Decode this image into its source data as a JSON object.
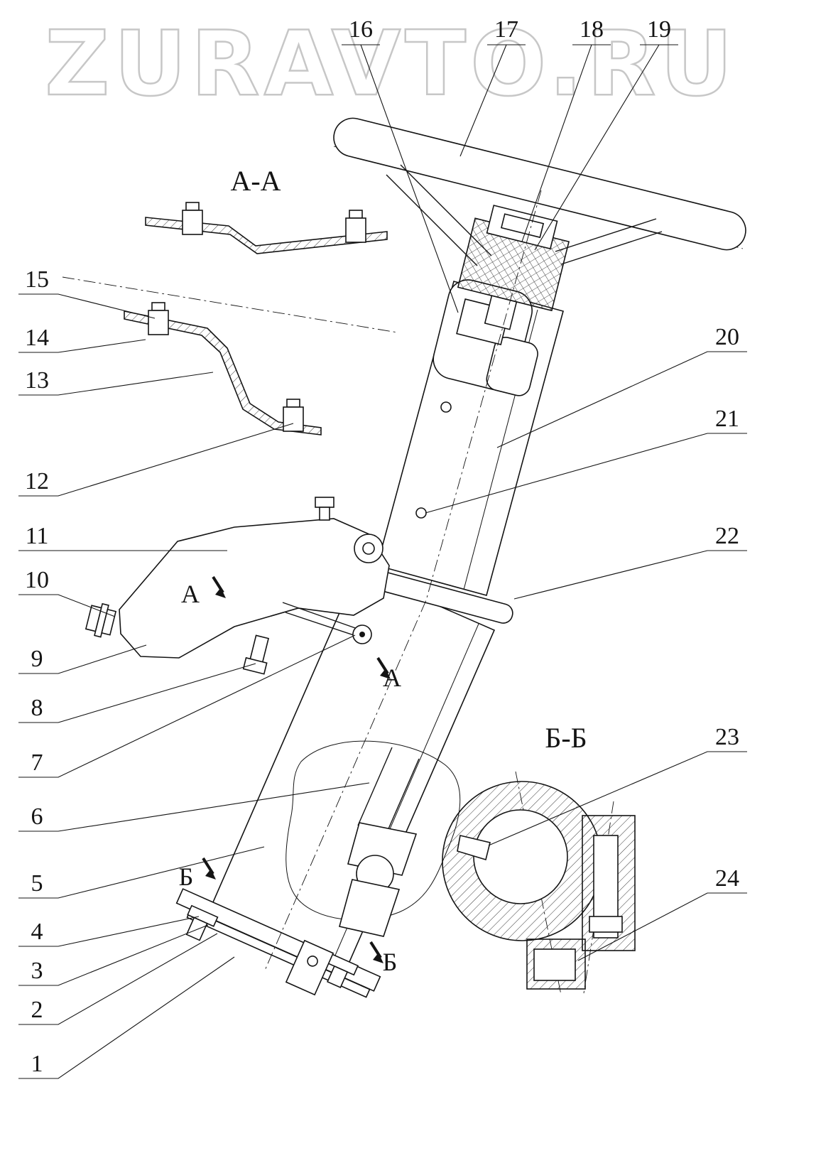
{
  "watermark": {
    "text": "ZURAVTO.RU"
  },
  "section_labels": {
    "aa": "А-А",
    "bb": "Б-Б"
  },
  "cut_markers": {
    "a_upper": "А",
    "a_lower": "А",
    "b_upper": "Б",
    "b_lower": "Б"
  },
  "callouts": {
    "c1": "1",
    "c2": "2",
    "c3": "3",
    "c4": "4",
    "c5": "5",
    "c6": "6",
    "c7": "7",
    "c8": "8",
    "c9": "9",
    "c10": "10",
    "c11": "11",
    "c12": "12",
    "c13": "13",
    "c14": "14",
    "c15": "15",
    "c16": "16",
    "c17": "17",
    "c18": "18",
    "c19": "19",
    "c20": "20",
    "c21": "21",
    "c22": "22",
    "c23": "23",
    "c24": "24"
  },
  "colors": {
    "line": "#141414",
    "watermark_outline": "#c7c7c7",
    "background": "#ffffff"
  }
}
